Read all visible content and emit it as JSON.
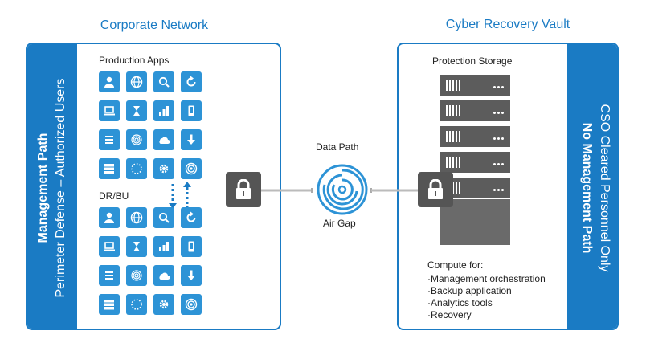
{
  "left": {
    "heading": "Corporate Network",
    "band_line1": "Management Path",
    "band_line2": "Perimeter Defense – Authorized Users",
    "production_label": "Production Apps",
    "drbu_label": "DR/BU",
    "app_icons": [
      "user-icon",
      "globe-icon",
      "search-icon",
      "refresh-icon",
      "laptop-icon",
      "hourglass-icon",
      "bar-chart-icon",
      "phone-icon",
      "list-icon",
      "fingerprint-icon",
      "cloud-sync-icon",
      "download-icon",
      "server-icon",
      "dotted-circle-icon",
      "gear-icon",
      "target-icon"
    ]
  },
  "right": {
    "heading": "Cyber Recovery Vault",
    "band_line1": "No Management Path",
    "band_line2": "CSO Cleared Personnel Only",
    "storage_label": "Protection Storage",
    "compute_label": "Compute for:",
    "compute_items": [
      "Management orchestration",
      "Backup application",
      "Analytics tools",
      "Recovery"
    ]
  },
  "center": {
    "data_path_label": "Data Path",
    "air_gap_label": "Air Gap"
  },
  "colors": {
    "brand_blue": "#1a7bc4",
    "tile_blue": "#2d93d6",
    "lock_gray": "#555555"
  }
}
